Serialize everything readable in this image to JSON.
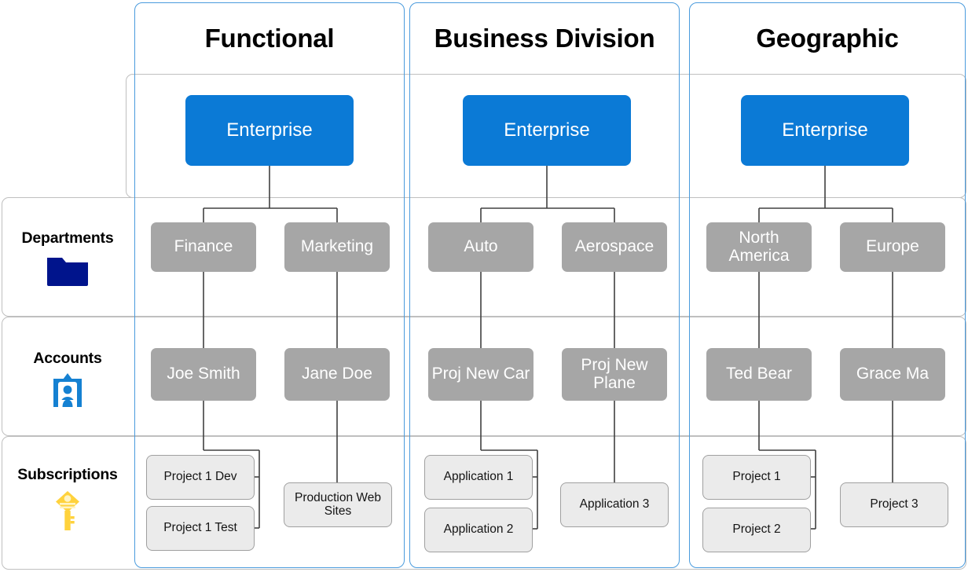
{
  "diagram": {
    "title_row_labels": [
      {
        "key": "departments",
        "label": "Departments",
        "icon": "folder-icon",
        "icon_color": "#00148c"
      },
      {
        "key": "accounts",
        "label": "Accounts",
        "icon": "id-badge-icon",
        "icon_color": "#1581d2"
      },
      {
        "key": "subscriptions",
        "label": "Subscriptions",
        "icon": "key-icon",
        "icon_color": "#ffd23c"
      }
    ],
    "columns": [
      {
        "key": "functional",
        "heading": "Functional"
      },
      {
        "key": "business",
        "heading": "Business Division"
      },
      {
        "key": "geographic",
        "heading": "Geographic"
      }
    ],
    "colors": {
      "enterprise_fill": "#0b7ad6",
      "tier_fill": "#a6a6a6",
      "subscription_fill": "#ebebeb",
      "subscription_border": "#a0a0a0",
      "column_border": "#4a9bdd",
      "band_border": "#bfbfbf",
      "connector": "#404040"
    },
    "nodes": {
      "enterprise": {
        "functional": "Enterprise",
        "business": "Enterprise",
        "geographic": "Enterprise"
      },
      "departments": {
        "functional": [
          "Finance",
          "Marketing"
        ],
        "business": [
          "Auto",
          "Aerospace"
        ],
        "geographic": [
          "North America",
          "Europe"
        ]
      },
      "accounts": {
        "functional": [
          "Joe Smith",
          "Jane Doe"
        ],
        "business": [
          "Proj New Car",
          "Proj New Plane"
        ],
        "geographic": [
          "Ted Bear",
          "Grace Ma"
        ]
      },
      "subscriptions": {
        "functional": [
          "Project 1 Dev",
          "Project 1 Test",
          "Production Web Sites"
        ],
        "business": [
          "Application 1",
          "Application 2",
          "Application 3"
        ],
        "geographic": [
          "Project 1",
          "Project 2",
          "Project 3"
        ]
      }
    }
  }
}
